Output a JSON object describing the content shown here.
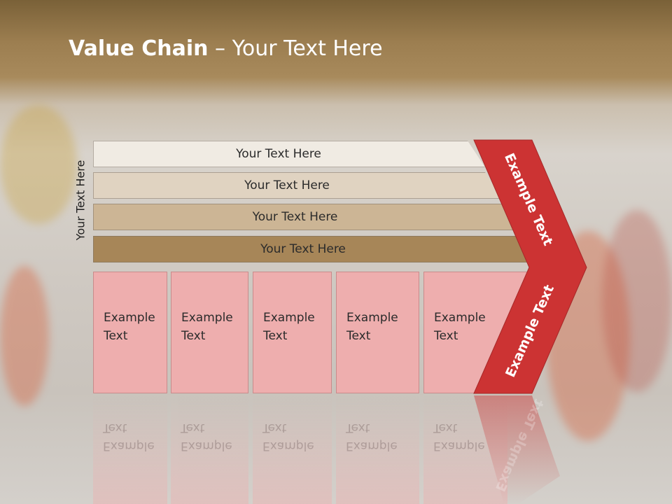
{
  "title": {
    "bold": "Value Chain",
    "rest": " – Your Text Here"
  },
  "side_label": "Your Text Here",
  "bars": [
    {
      "label": "Your Text Here",
      "color": "#f0ebe3"
    },
    {
      "label": "Your Text Here",
      "color": "#e0d3c1"
    },
    {
      "label": "Your Text Here",
      "color": "#ccb595"
    },
    {
      "label": "Your Text Here",
      "color": "#a78658"
    }
  ],
  "boxes": [
    {
      "line1": "Example",
      "line2": "Text"
    },
    {
      "line1": "Example",
      "line2": "Text"
    },
    {
      "line1": "Example",
      "line2": "Text"
    },
    {
      "line1": "Example",
      "line2": "Text"
    },
    {
      "line1": "Example",
      "line2": "Text"
    }
  ],
  "arrow": {
    "upper_label": "Example Text",
    "lower_label": "Example Text",
    "color": "#cc3333"
  }
}
